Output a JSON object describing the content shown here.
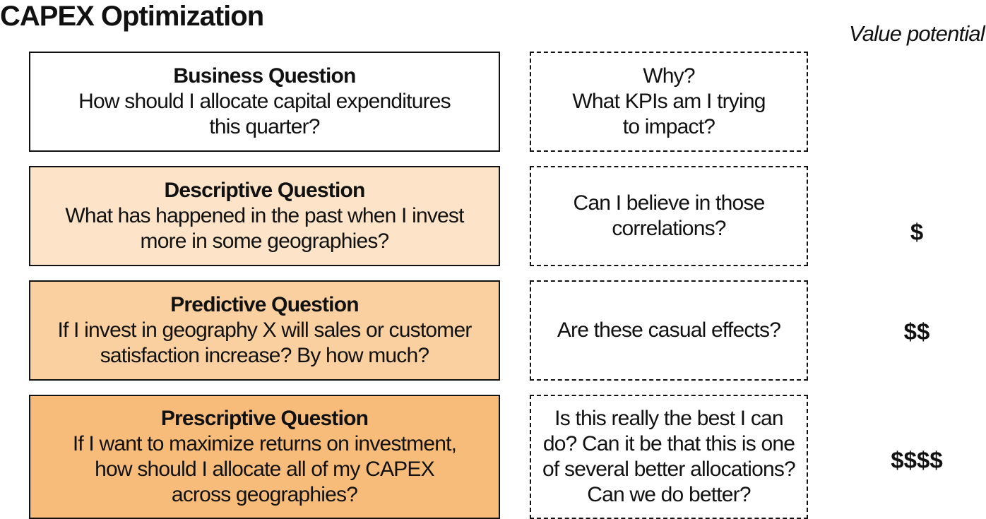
{
  "title": "CAPEX Optimization",
  "value_header": "Value potential",
  "colors": {
    "business_fill": "#ffffff",
    "descriptive_fill": "#fde3c7",
    "predictive_fill": "#fbd0a0",
    "prescriptive_fill": "#f8bc7a",
    "border": "#111111"
  },
  "rows": [
    {
      "heading": "Business Question",
      "question": "How should I allocate capital expenditures\nthis quarter?",
      "reflection": "Why?\nWhat KPIs am I trying\nto impact?",
      "value": ""
    },
    {
      "heading": "Descriptive Question",
      "question": "What has happened in the past when I invest\nmore in some geographies?",
      "reflection": "Can I believe in those\ncorrelations?",
      "value": "$"
    },
    {
      "heading": "Predictive Question",
      "question": "If I invest in geography X will sales or customer\nsatisfaction increase? By how much?",
      "reflection": "Are these casual effects?",
      "value": "$$"
    },
    {
      "heading": "Prescriptive Question",
      "question": "If I want to maximize returns on investment,\nhow should I allocate all of my CAPEX\nacross geographies?",
      "reflection": "Is this really the best I can\ndo? Can it be that this is one\nof several better allocations?\nCan we do better?",
      "value": "$$$$"
    }
  ]
}
